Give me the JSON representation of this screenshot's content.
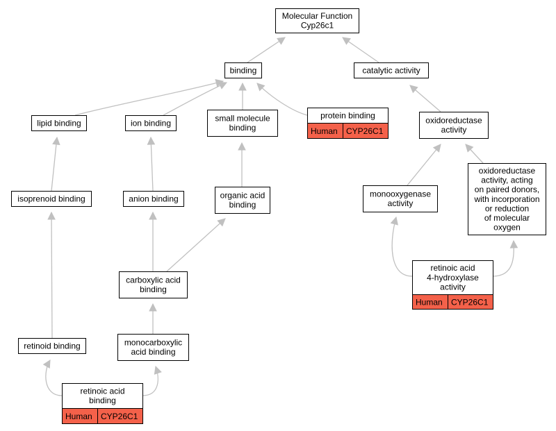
{
  "colors": {
    "annotation_fill": "#f4614a",
    "edge": "#c0c0c0",
    "node_border": "#000000"
  },
  "nodes": [
    {
      "id": "mf",
      "lines": [
        "Molecular Function",
        "Cyp26c1"
      ]
    },
    {
      "id": "binding",
      "lines": [
        "binding"
      ]
    },
    {
      "id": "catalytic",
      "lines": [
        "catalytic activity"
      ]
    },
    {
      "id": "lipid",
      "lines": [
        "lipid binding"
      ]
    },
    {
      "id": "ion",
      "lines": [
        "ion binding"
      ]
    },
    {
      "id": "smallmol",
      "lines": [
        "small molecule",
        "binding"
      ]
    },
    {
      "id": "protein",
      "lines": [
        "protein binding"
      ],
      "annotation": [
        "Human",
        "CYP26C1"
      ]
    },
    {
      "id": "oxido",
      "lines": [
        "oxidoreductase",
        "activity"
      ]
    },
    {
      "id": "isoprenoid",
      "lines": [
        "isoprenoid binding"
      ]
    },
    {
      "id": "anion",
      "lines": [
        "anion binding"
      ]
    },
    {
      "id": "organic",
      "lines": [
        "organic acid",
        "binding"
      ]
    },
    {
      "id": "monoox",
      "lines": [
        "monooxygenase",
        "activity"
      ]
    },
    {
      "id": "oxpaired",
      "lines": [
        "oxidoreductase",
        "activity, acting",
        "on paired donors,",
        "with incorporation",
        "or reduction",
        "of molecular",
        "oxygen"
      ]
    },
    {
      "id": "carbox",
      "lines": [
        "carboxylic acid",
        "binding"
      ]
    },
    {
      "id": "ra4h",
      "lines": [
        "retinoic acid",
        "4-hydroxylase",
        "activity"
      ],
      "annotation": [
        "Human",
        "CYP26C1"
      ]
    },
    {
      "id": "retinoid",
      "lines": [
        "retinoid binding"
      ]
    },
    {
      "id": "monocarb",
      "lines": [
        "monocarboxylic",
        "acid binding"
      ]
    },
    {
      "id": "rab",
      "lines": [
        "retinoic acid",
        "binding"
      ],
      "annotation": [
        "Human",
        "CYP26C1"
      ]
    }
  ],
  "edges": [
    {
      "from": "binding",
      "to": "mf"
    },
    {
      "from": "catalytic",
      "to": "mf"
    },
    {
      "from": "lipid",
      "to": "binding"
    },
    {
      "from": "ion",
      "to": "binding"
    },
    {
      "from": "smallmol",
      "to": "binding"
    },
    {
      "from": "protein",
      "to": "binding"
    },
    {
      "from": "oxido",
      "to": "catalytic"
    },
    {
      "from": "isoprenoid",
      "to": "lipid"
    },
    {
      "from": "anion",
      "to": "ion"
    },
    {
      "from": "organic",
      "to": "smallmol"
    },
    {
      "from": "monoox",
      "to": "oxido"
    },
    {
      "from": "oxpaired",
      "to": "oxido"
    },
    {
      "from": "carbox",
      "to": "anion"
    },
    {
      "from": "carbox",
      "to": "organic"
    },
    {
      "from": "ra4h",
      "to": "monoox"
    },
    {
      "from": "ra4h",
      "to": "oxpaired"
    },
    {
      "from": "retinoid",
      "to": "isoprenoid"
    },
    {
      "from": "monocarb",
      "to": "carbox"
    },
    {
      "from": "rab",
      "to": "retinoid"
    },
    {
      "from": "rab",
      "to": "monocarb"
    }
  ]
}
